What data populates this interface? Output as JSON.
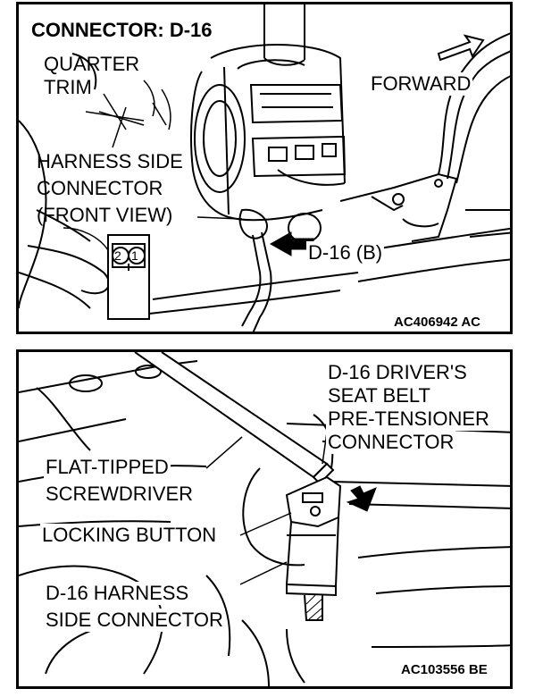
{
  "top": {
    "title": "CONNECTOR: D-16",
    "quarter_trim": [
      "QUARTER",
      "TRIM"
    ],
    "forward": "FORWARD",
    "harness": [
      "HARNESS SIDE",
      "CONNECTOR",
      "(FRONT VIEW)"
    ],
    "pins": [
      "2",
      "1"
    ],
    "connector_label": "D-16 (B)",
    "code": "AC406942",
    "code_suffix": "AC"
  },
  "bottom": {
    "driver_connector": [
      "D-16 DRIVER'S",
      "SEAT BELT",
      "PRE-TENSIONER",
      "CONNECTOR"
    ],
    "screwdriver": [
      "FLAT-TIPPED",
      "SCREWDRIVER"
    ],
    "locking_button": "LOCKING BUTTON",
    "harness": [
      "D-16 HARNESS",
      "SIDE CONNECTOR"
    ],
    "code": "AC103556",
    "code_suffix": "BE"
  }
}
